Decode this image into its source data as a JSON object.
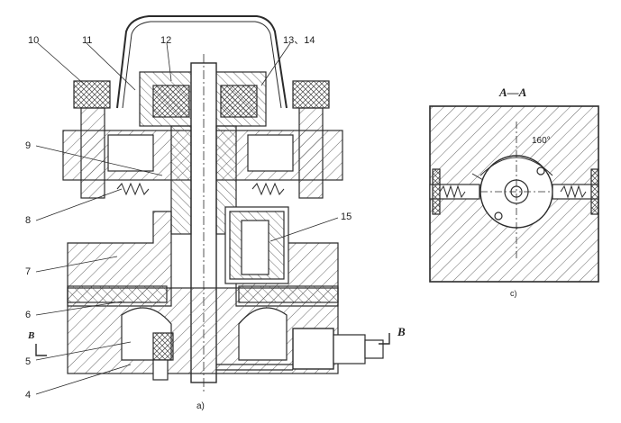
{
  "labels": {
    "n10": "10",
    "n11": "11",
    "n12": "12",
    "n13_14": "13、14",
    "n9": "9",
    "n8": "8",
    "n15": "15",
    "n7": "7",
    "n6": "6",
    "n5": "5",
    "n4": "4",
    "sec_b_left": "B",
    "sec_b_right": "B",
    "fig_a": "a)",
    "section_title": "A—A",
    "angle": "160°",
    "fig_c": "c)"
  },
  "colors": {
    "line": "#2b2b2b",
    "hatch": "#555555",
    "background": "#ffffff"
  }
}
